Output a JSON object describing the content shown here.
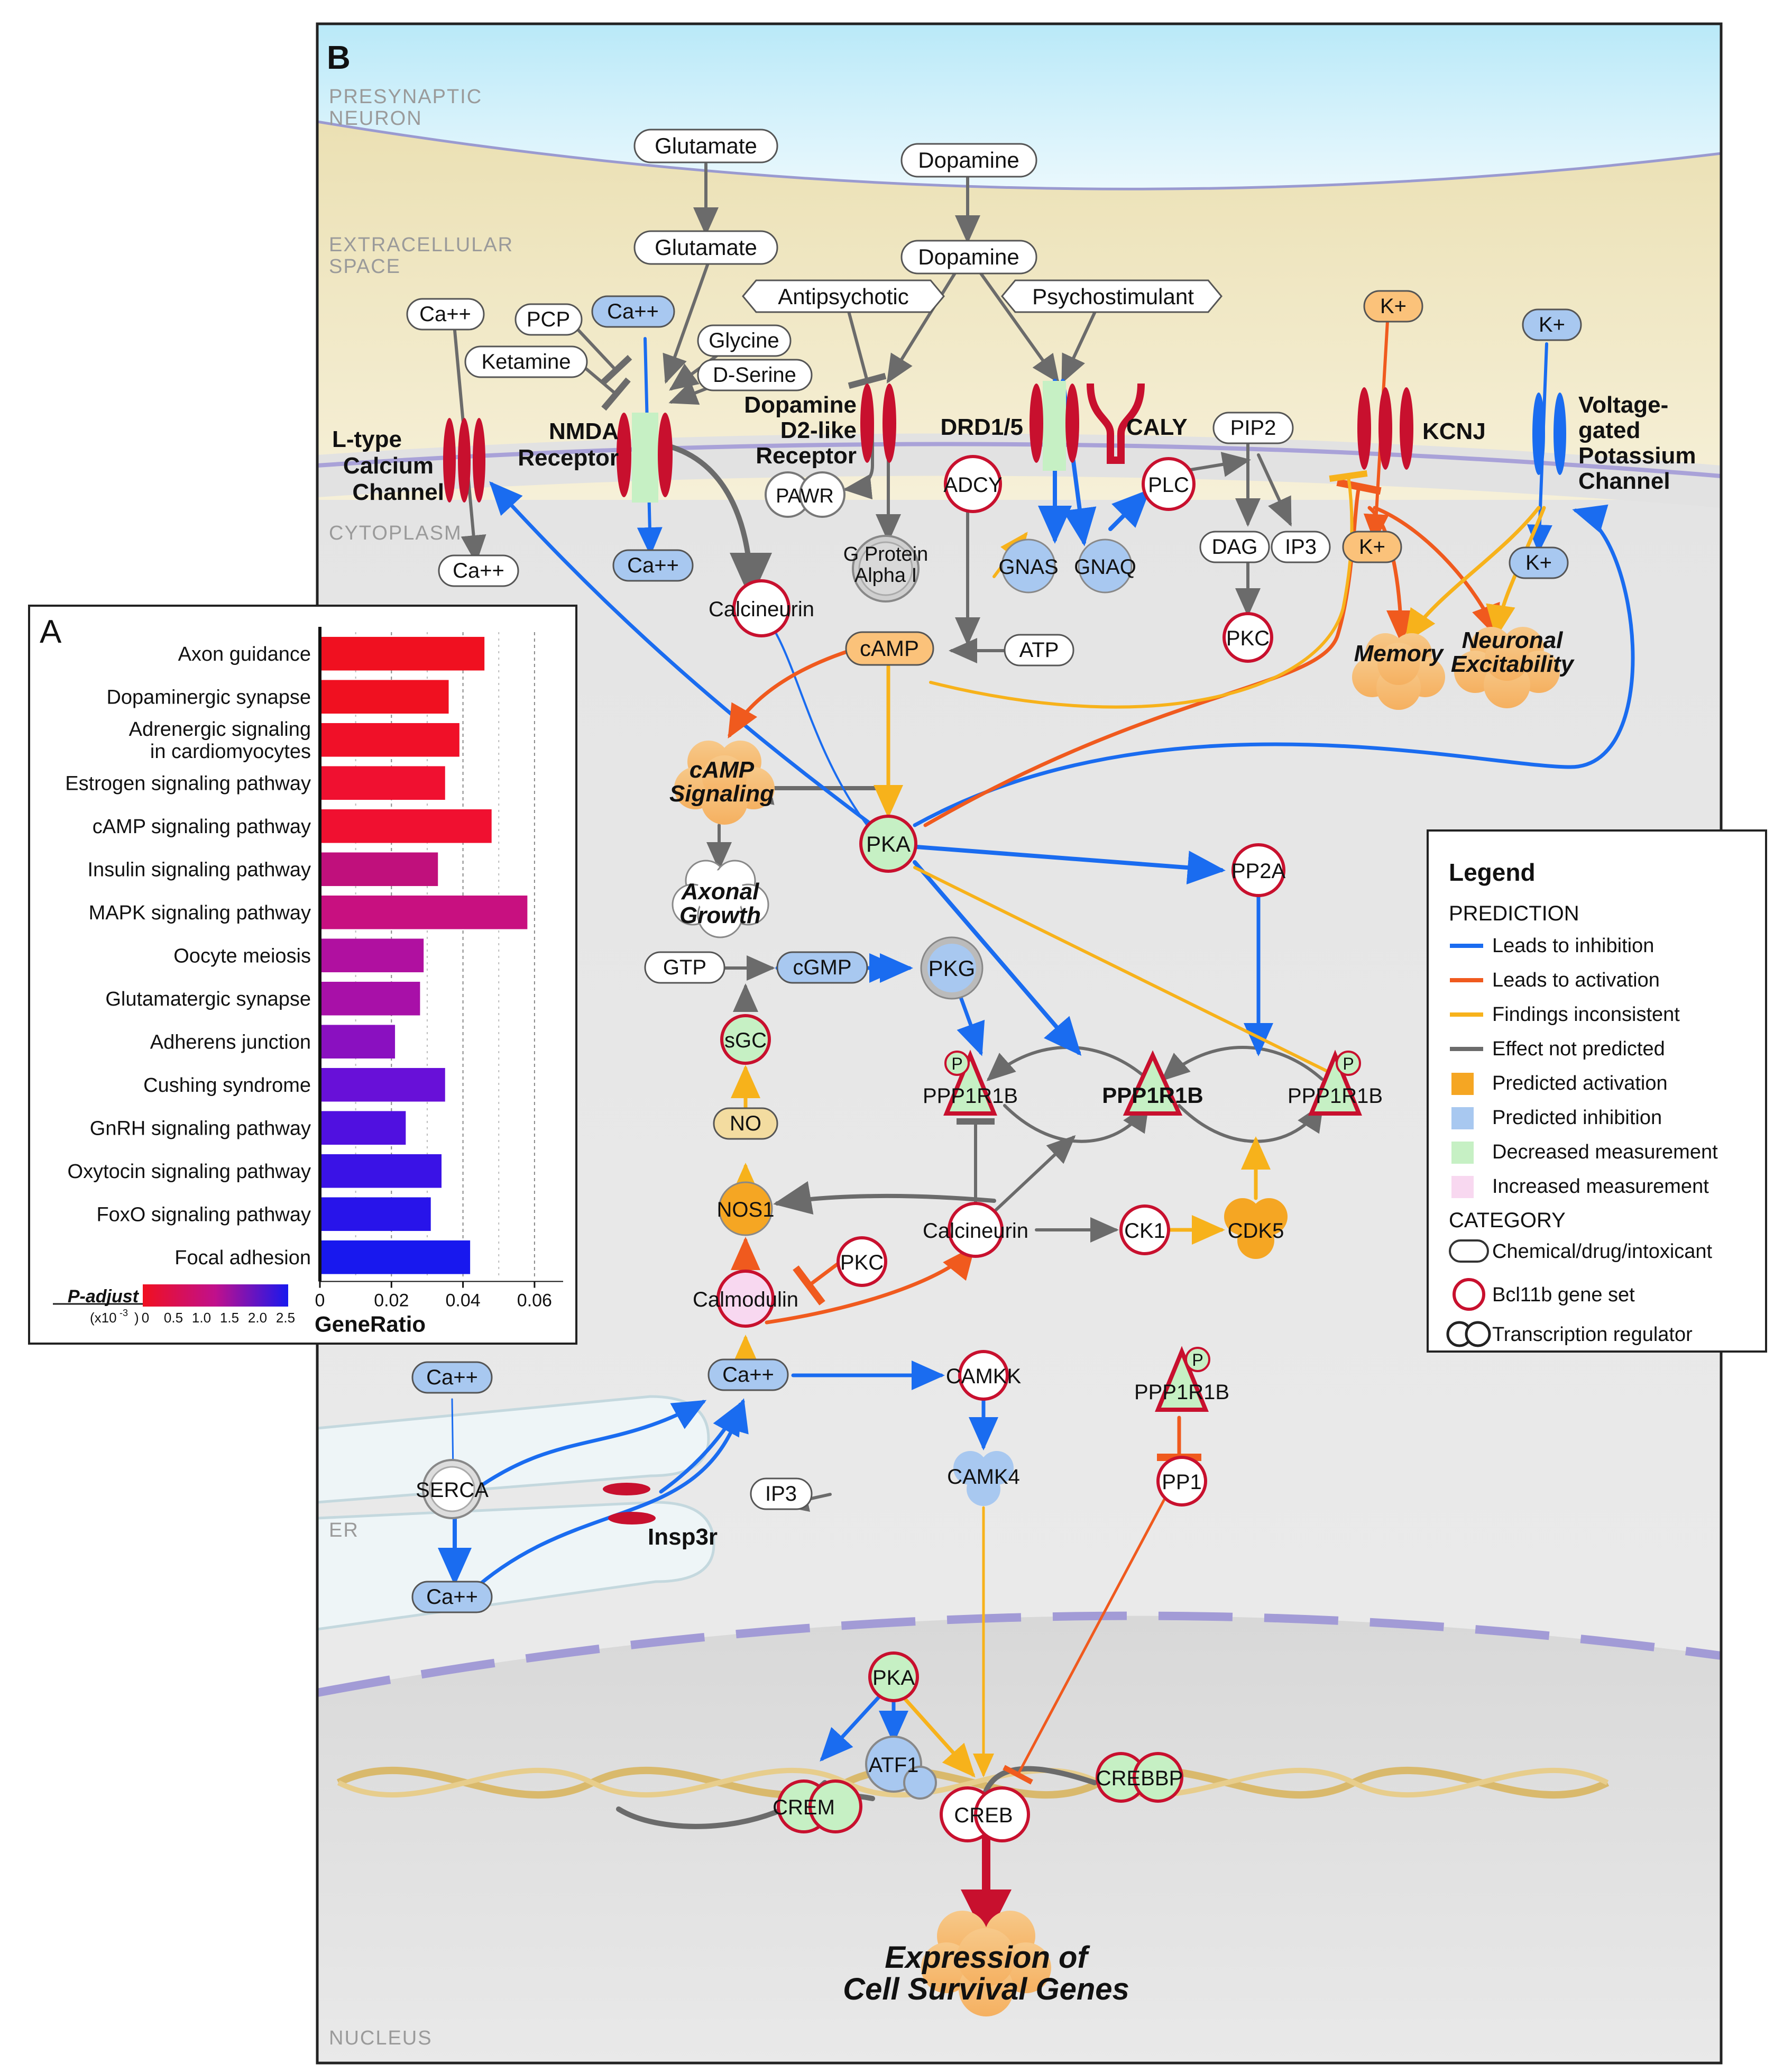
{
  "panel_b": {
    "letter": "B",
    "regions": {
      "presynaptic_1": "PRESYNAPTIC",
      "presynaptic_2": "NEURON",
      "extracellular_1": "EXTRACELLULAR",
      "extracellular_2": "SPACE",
      "cytoplasm": "CYTOPLASM",
      "er": "ER",
      "nucleus": "NUCLEUS"
    },
    "receptors": {
      "ltype_1": "L-type",
      "ltype_2": "Calcium",
      "ltype_3": "Channel",
      "nmda_1": "NMDA",
      "nmda_2": "Receptor",
      "d2_1": "Dopamine",
      "d2_2": "D2-like",
      "d2_3": "Receptor",
      "drd15": "DRD1/5",
      "caly": "CALY",
      "kcnj": "KCNJ",
      "vgk_1": "Voltage-",
      "vgk_2": "gated",
      "vgk_3": "Potassium",
      "vgk_4": "Channel",
      "insp3r": "Insp3r"
    },
    "nodes": {
      "glutamate_pre": "Glutamate",
      "glutamate": "Glutamate",
      "dopamine_pre": "Dopamine",
      "dopamine": "Dopamine",
      "antipsychotic": "Antipsychotic",
      "psychostimulant": "Psychostimulant",
      "ca_ext": "Ca++",
      "pcp": "PCP",
      "ca_nmda": "Ca++",
      "glycine": "Glycine",
      "ketamine": "Ketamine",
      "dserine": "D-Serine",
      "k_ext_orange": "K+",
      "k_ext_blue": "K+",
      "pip2": "PIP2",
      "pawr": "PAWR",
      "adcy": "ADCY",
      "plc": "PLC",
      "gprotein_1": "G Protein",
      "gprotein_2": "Alpha I",
      "gnas": "GNAS",
      "gnaq": "GNAQ",
      "dag": "DAG",
      "ip3_top": "IP3",
      "ca_cyto_l": "Ca++",
      "ca_cyto_nmda": "Ca++",
      "calcineurin_top": "Calcineurin",
      "k_cyto_orange": "K+",
      "k_cyto_blue": "K+",
      "camp": "cAMP",
      "atp": "ATP",
      "pkc_top": "PKC",
      "pka": "PKA",
      "pp2a": "PP2A",
      "gtp": "GTP",
      "cgmp": "cGMP",
      "pkg": "PKG",
      "sgc": "sGC",
      "no": "NO",
      "ppp1r1b_l": "PPP1R1B",
      "ppp1r1b_c": "PPP1R1B",
      "ppp1r1b_r": "PPP1R1B",
      "nos1": "NOS1",
      "calcineurin_mid": "Calcineurin",
      "ck1": "CK1",
      "cdk5": "CDK5",
      "pkc_mid": "PKC",
      "calmodulin": "Calmodulin",
      "ca_er_top": "Ca++",
      "ca_main": "Ca++",
      "camkk": "CAMKK",
      "ppp1r1b_low": "PPP1R1B",
      "serca": "SERCA",
      "camk4": "CAMK4",
      "pp1": "PP1",
      "ip3_er": "IP3",
      "ca_er_bot": "Ca++",
      "pka_nuc": "PKA",
      "atf1": "ATF1",
      "crebbp": "CREBBP",
      "crem": "CREM",
      "creb": "CREB",
      "p": "P"
    },
    "phenotypes": {
      "memory": "Memory",
      "neuronal_1": "Neuronal",
      "neuronal_2": "Excitability",
      "camp_sig_1": "cAMP",
      "camp_sig_2": "Signaling",
      "axonal_1": "Axonal",
      "axonal_2": "Growth",
      "expr_1": "Expression of",
      "expr_2": "Cell Survival Genes"
    }
  },
  "legend": {
    "title": "Legend",
    "prediction_heading": "PREDICTION",
    "items": [
      {
        "label": "Leads to inhibition",
        "color": "#1a6cf0",
        "kind": "line"
      },
      {
        "label": "Leads to activation",
        "color": "#f05a1e",
        "kind": "line"
      },
      {
        "label": "Findings inconsistent",
        "color": "#f7b21b",
        "kind": "line"
      },
      {
        "label": "Effect not predicted",
        "color": "#6b6b6b",
        "kind": "line"
      },
      {
        "label": "Predicted activation",
        "color": "#f5a623",
        "kind": "box"
      },
      {
        "label": "Predicted inhibition",
        "color": "#a8c8f0",
        "kind": "box"
      },
      {
        "label": "Decreased measurement",
        "color": "#c6f0c4",
        "kind": "box"
      },
      {
        "label": "Increased measurement",
        "color": "#f8d8f0",
        "kind": "box"
      }
    ],
    "category_heading": "CATEGORY",
    "categories": [
      {
        "label": "Chemical/drug/intoxicant",
        "shape": "pill"
      },
      {
        "label": "Bcl11b gene set",
        "shape": "circle"
      },
      {
        "label": "Transcription regulator",
        "shape": "double-circle"
      }
    ]
  },
  "panel_a": {
    "letter": "A",
    "scale_label_1": "P-adjust",
    "scale_label_2": "(x10",
    "scale_label_exp": "-3",
    "scale_label_3": ")",
    "scale_ticks": [
      "0",
      "0.5",
      "1.0",
      "1.5",
      "2.0",
      "2.5"
    ]
  },
  "chart_data": {
    "type": "bar",
    "orientation": "horizontal",
    "categories": [
      "Axon guidance",
      "Dopaminergic synapse",
      "Adrenergic signaling in cardiomyocytes",
      "Estrogen signaling pathway",
      "cAMP signaling pathway",
      "Insulin signaling pathway",
      "MAPK signaling pathway",
      "Oocyte meiosis",
      "Glutamatergic synapse",
      "Adherens junction",
      "Cushing syndrome",
      "GnRH signaling pathway",
      "Oxytocin signaling pathway",
      "FoxO signaling pathway",
      "Focal adhesion"
    ],
    "category_lines": [
      [
        "Axon guidance"
      ],
      [
        "Dopaminergic synapse"
      ],
      [
        "Adrenergic signaling",
        "in cardiomyocytes"
      ],
      [
        "Estrogen signaling pathway"
      ],
      [
        "cAMP signaling pathway"
      ],
      [
        "Insulin signaling pathway"
      ],
      [
        "MAPK signaling pathway"
      ],
      [
        "Oocyte meiosis"
      ],
      [
        "Glutamatergic synapse"
      ],
      [
        "Adherens junction"
      ],
      [
        "Cushing syndrome"
      ],
      [
        "GnRH signaling pathway"
      ],
      [
        "Oxytocin signaling pathway"
      ],
      [
        "FoxO signaling pathway"
      ],
      [
        "Focal adhesion"
      ]
    ],
    "values": [
      0.046,
      0.036,
      0.039,
      0.035,
      0.048,
      0.033,
      0.058,
      0.029,
      0.028,
      0.021,
      0.035,
      0.024,
      0.034,
      0.031,
      0.042
    ],
    "colors": [
      "#f01020",
      "#f01020",
      "#f01028",
      "#f01030",
      "#f01030",
      "#c0107c",
      "#c81080",
      "#b010a0",
      "#a810a8",
      "#8a10c0",
      "#6810d8",
      "#5010e0",
      "#3a12e6",
      "#2814ea",
      "#1818ee"
    ],
    "xlabel": "GeneRatio",
    "ylabel": "",
    "xlim": [
      0,
      0.068
    ],
    "xticks": [
      "0",
      "0.02",
      "0.04",
      "0.06"
    ],
    "xtick_values": [
      0,
      0.02,
      0.04,
      0.06
    ],
    "grid": "vertical dotted",
    "colorbar": "P-adjust, red (low) to blue (high)"
  }
}
